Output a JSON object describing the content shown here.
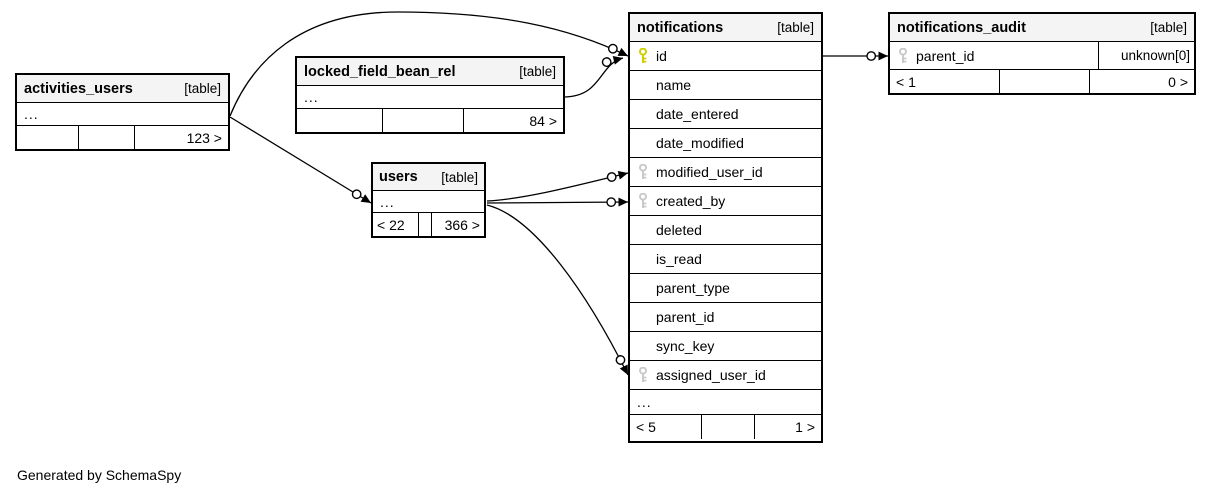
{
  "footer_note": "Generated by SchemaSpy",
  "colors": {
    "header_bg": "#f4f4f4",
    "border": "#000000",
    "primary_key_icon": "#cfcf00",
    "foreign_key_icon": "#c9c9c9",
    "background": "#ffffff"
  },
  "tables": {
    "activities_users": {
      "title": "activities_users",
      "tag": "[table]",
      "ellipsis": "...",
      "footer": {
        "left": "",
        "middle": "",
        "right": "123 >"
      }
    },
    "locked_field_bean_rel": {
      "title": "locked_field_bean_rel",
      "tag": "[table]",
      "ellipsis": "...",
      "footer": {
        "left": "",
        "middle": "",
        "right": "84 >"
      }
    },
    "users": {
      "title": "users",
      "tag": "[table]",
      "ellipsis": "...",
      "footer": {
        "left": "< 22",
        "middle": "",
        "right": "366 >"
      }
    },
    "notifications": {
      "title": "notifications",
      "tag": "[table]",
      "columns": [
        {
          "name": "id",
          "key": "primary"
        },
        {
          "name": "name",
          "key": ""
        },
        {
          "name": "date_entered",
          "key": ""
        },
        {
          "name": "date_modified",
          "key": ""
        },
        {
          "name": "modified_user_id",
          "key": "foreign"
        },
        {
          "name": "created_by",
          "key": "foreign"
        },
        {
          "name": "deleted",
          "key": ""
        },
        {
          "name": "is_read",
          "key": ""
        },
        {
          "name": "parent_type",
          "key": ""
        },
        {
          "name": "parent_id",
          "key": ""
        },
        {
          "name": "sync_key",
          "key": ""
        },
        {
          "name": "assigned_user_id",
          "key": "foreign"
        }
      ],
      "ellipsis": "...",
      "footer": {
        "left": "< 5",
        "middle": "",
        "right": "1 >"
      }
    },
    "notifications_audit": {
      "title": "notifications_audit",
      "tag": "[table]",
      "columns": [
        {
          "name": "parent_id",
          "key": "foreign",
          "type": "unknown[0]"
        }
      ],
      "footer": {
        "left": "< 1",
        "middle": "",
        "right": "0 >"
      }
    }
  }
}
